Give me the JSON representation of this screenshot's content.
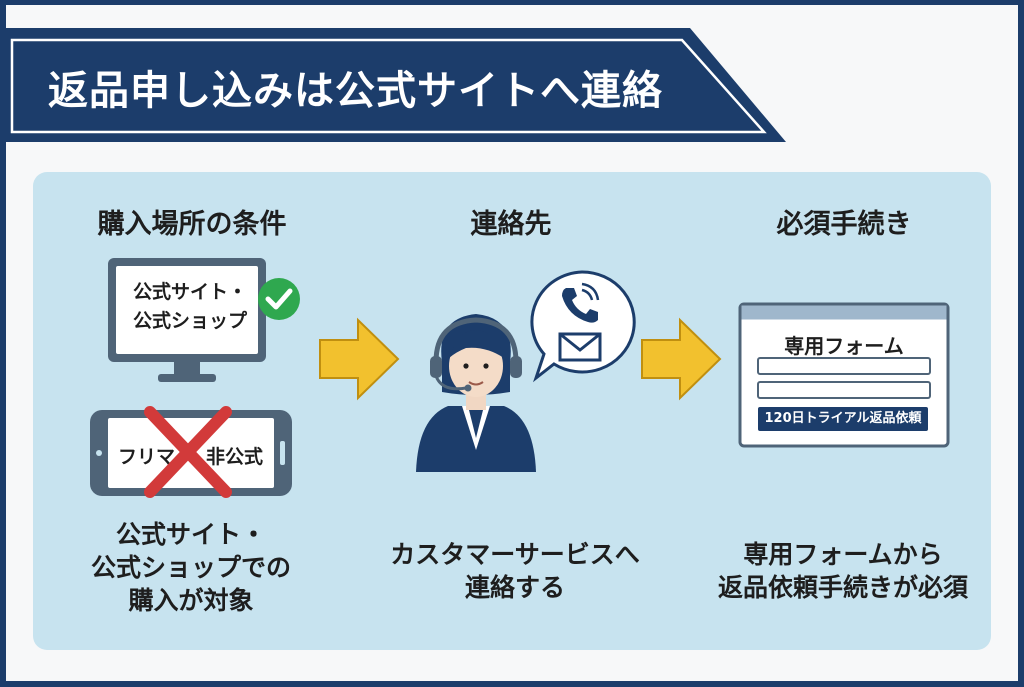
{
  "title": "返品申し込みは公式サイトへ連絡",
  "colors": {
    "navy": "#1c3d6b",
    "panel": "#c7e3ef",
    "arrow": "#f2c12e",
    "check": "#2fa84f",
    "cross": "#d23a3a"
  },
  "columns": [
    {
      "heading": "購入場所の条件",
      "monitor_text": "公式サイト・\n公式ショップ",
      "phone_left": "フリマ",
      "phone_right": "非公式",
      "caption": "公式サイト・\n公式ショップでの\n購入が対象"
    },
    {
      "heading": "連絡先",
      "caption": "カスタマーサービスへ\n連絡する"
    },
    {
      "heading": "必須手続き",
      "form_title": "専用フォーム",
      "form_button": "120日トライアル返品依頼",
      "caption": "専用フォームから\n返品依頼手続きが必須"
    }
  ],
  "icons": [
    "check-icon",
    "cross-icon",
    "phone-icon",
    "mail-icon",
    "arrow-right-icon",
    "headset-icon"
  ]
}
